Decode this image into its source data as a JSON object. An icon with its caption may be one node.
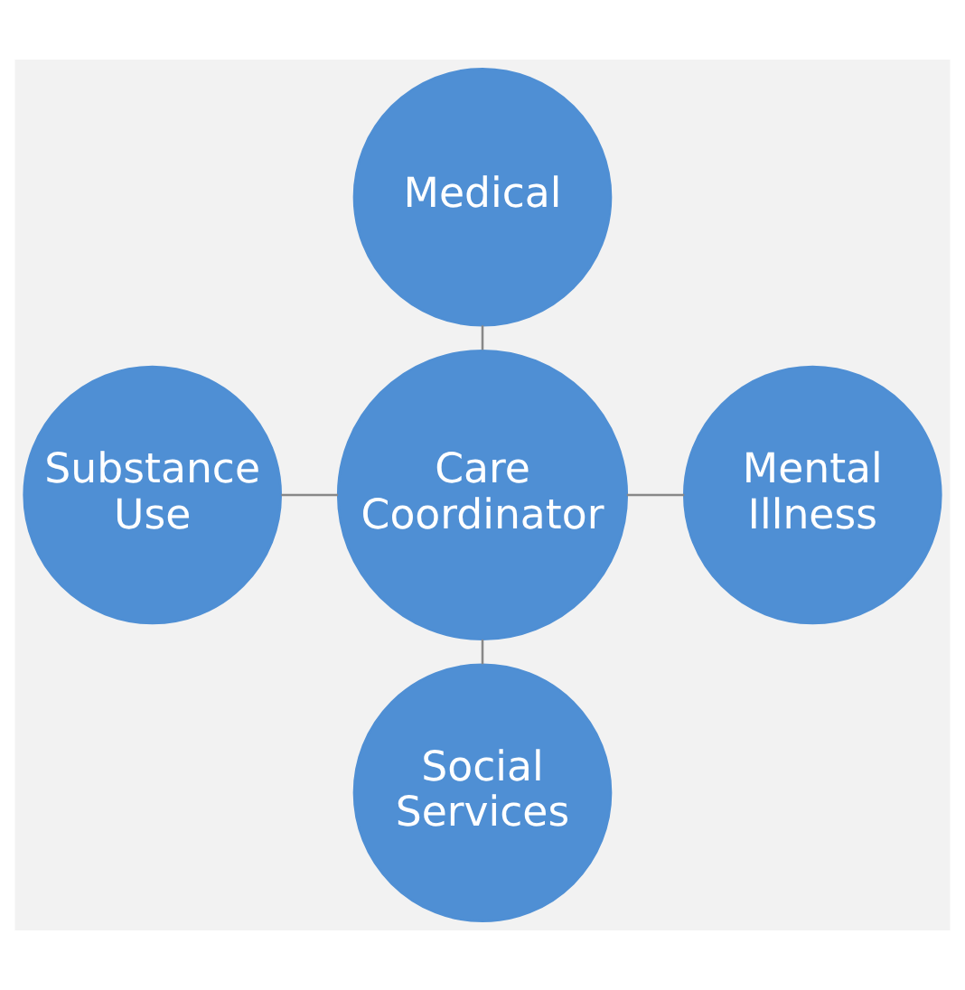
{
  "diagram": {
    "nodes": [
      {
        "text": [
          "Medical"
        ]
      },
      {
        "text": [
          "Substance Use"
        ]
      },
      {
        "text": [
          "Care Coordinator"
        ]
      },
      {
        "text": [
          "Mental Illness"
        ]
      },
      {
        "text": [
          "Social Services"
        ]
      }
    ],
    "edges": [
      {
        "from": 2,
        "to": 0,
        "arrow": "none"
      },
      {
        "from": 2,
        "to": 1,
        "arrow": "none"
      },
      {
        "from": 2,
        "to": 3,
        "arrow": "none"
      },
      {
        "from": 2,
        "to": 4,
        "arrow": "none"
      }
    ]
  }
}
